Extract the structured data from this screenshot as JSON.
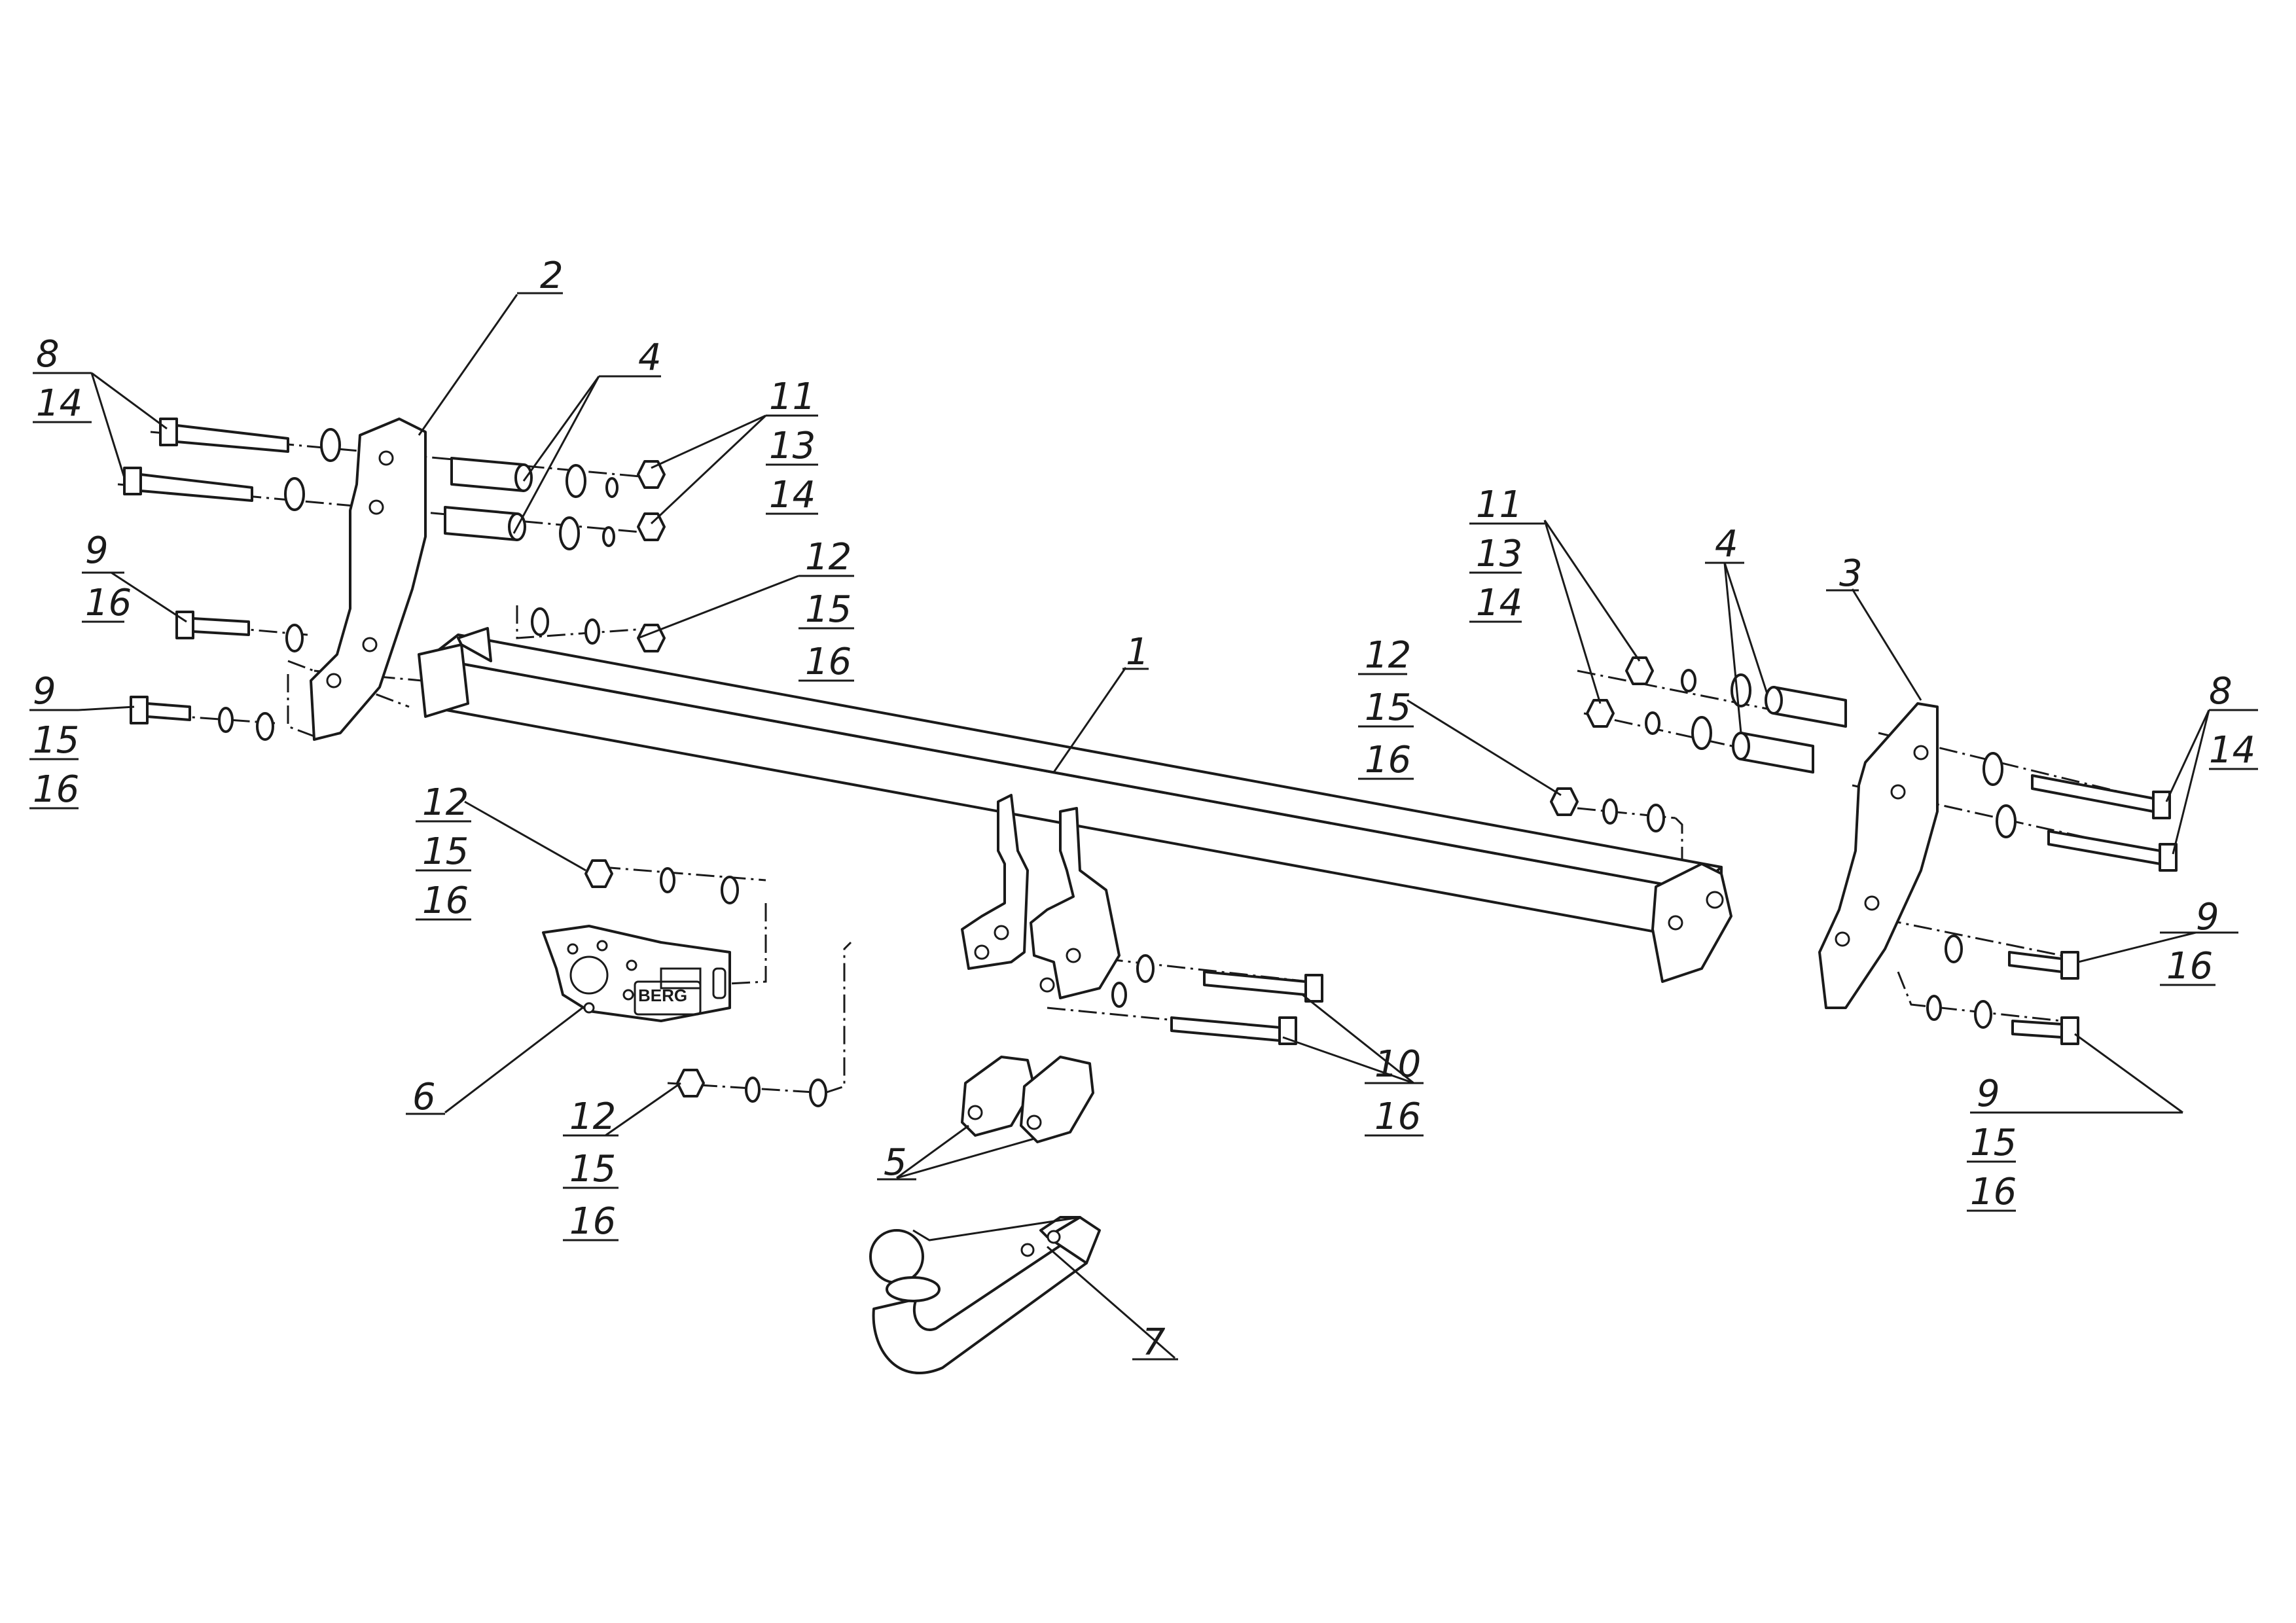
{
  "brand_plate_text": "BERG",
  "callouts": [
    {
      "id": "c-1",
      "lines": [
        "1"
      ]
    },
    {
      "id": "c-2",
      "lines": [
        "2"
      ]
    },
    {
      "id": "c-3",
      "lines": [
        "3"
      ]
    },
    {
      "id": "c-4-left",
      "lines": [
        "4"
      ]
    },
    {
      "id": "c-4-right",
      "lines": [
        "4"
      ]
    },
    {
      "id": "c-5",
      "lines": [
        "5"
      ]
    },
    {
      "id": "c-6",
      "lines": [
        "6"
      ]
    },
    {
      "id": "c-7",
      "lines": [
        "7"
      ]
    },
    {
      "id": "c-8-14-left",
      "lines": [
        "8",
        "14"
      ]
    },
    {
      "id": "c-8-14-right",
      "lines": [
        "8",
        "14"
      ]
    },
    {
      "id": "c-9-16-left",
      "lines": [
        "9",
        "16"
      ]
    },
    {
      "id": "c-9-15-16-left",
      "lines": [
        "9",
        "15",
        "16"
      ]
    },
    {
      "id": "c-9-16-right",
      "lines": [
        "9",
        "16"
      ]
    },
    {
      "id": "c-9-15-16-right",
      "lines": [
        "9",
        "15",
        "16"
      ]
    },
    {
      "id": "c-10-16",
      "lines": [
        "10",
        "16"
      ]
    },
    {
      "id": "c-11-13-14-left",
      "lines": [
        "11",
        "13",
        "14"
      ]
    },
    {
      "id": "c-11-13-14-right",
      "lines": [
        "11",
        "13",
        "14"
      ]
    },
    {
      "id": "c-12-15-16-top",
      "lines": [
        "12",
        "15",
        "16"
      ]
    },
    {
      "id": "c-12-15-16-mid",
      "lines": [
        "12",
        "15",
        "16"
      ]
    },
    {
      "id": "c-12-15-16-leftmid",
      "lines": [
        "12",
        "15",
        "16"
      ]
    },
    {
      "id": "c-12-15-16-bottom",
      "lines": [
        "12",
        "15",
        "16"
      ]
    }
  ]
}
